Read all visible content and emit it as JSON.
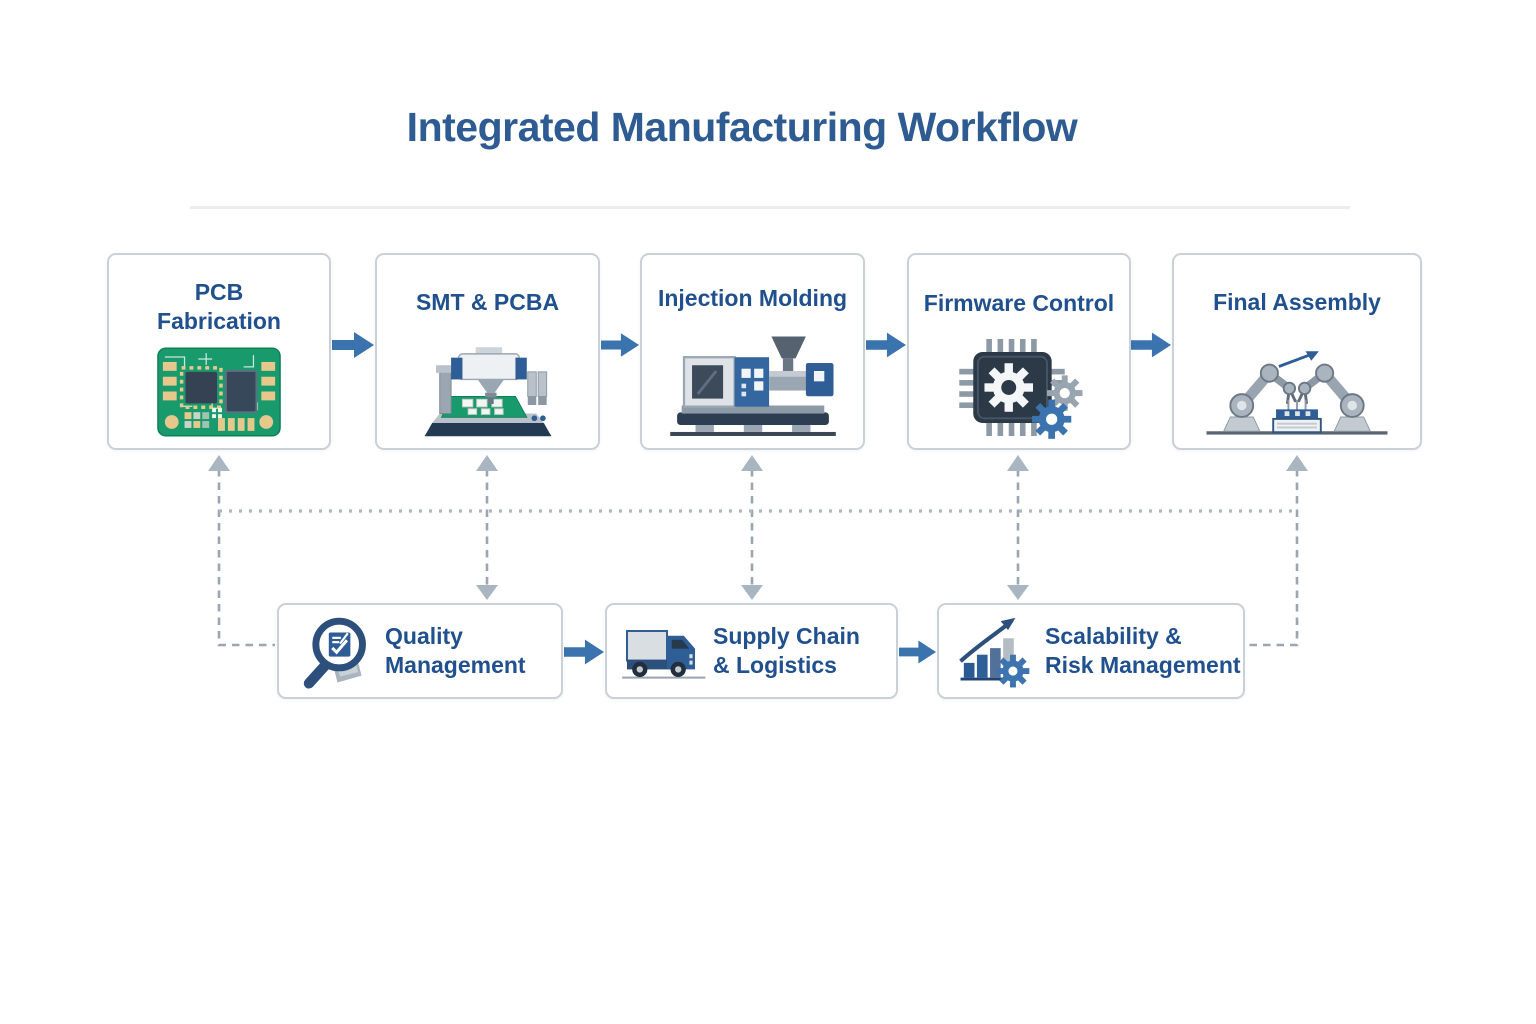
{
  "title": "Integrated Manufacturing Workflow",
  "colors": {
    "title_text": "#2d5b92",
    "node_text": "#20508e",
    "flow_arrow": "#3b73ae",
    "node_border": "#c9d0d8",
    "dashed_connector": "#9aa6b2",
    "connector_arrowhead": "#a9b6c2",
    "pcb_green": "#189a6c",
    "machine_navy": "#2f5e96"
  },
  "nodes": {
    "top": [
      {
        "id": "pcb-fabrication",
        "label": "PCB Fabrication",
        "lines": [
          "PCB",
          "Fabrication"
        ],
        "icon": "pcb-board-icon"
      },
      {
        "id": "smt-pcba",
        "label": "SMT & PCBA",
        "lines": [
          "SMT & PCBA"
        ],
        "icon": "smt-machine-icon"
      },
      {
        "id": "injection-molding",
        "label": "Injection Molding",
        "lines": [
          "Injection Molding"
        ],
        "icon": "injection-molding-machine-icon"
      },
      {
        "id": "firmware-control",
        "label": "Firmware Control",
        "lines": [
          "Firmware Control"
        ],
        "icon": "firmware-chip-gears-icon"
      },
      {
        "id": "final-assembly",
        "label": "Final Assembly",
        "lines": [
          "Final Assembly"
        ],
        "icon": "robot-arms-icon"
      }
    ],
    "bottom": [
      {
        "id": "quality-management",
        "label": "Quality Management",
        "lines": [
          "Quality",
          "Management"
        ],
        "icon": "magnifier-checklist-icon"
      },
      {
        "id": "supply-chain-logistics",
        "label": "Supply Chain & Logistics",
        "lines": [
          "Supply Chain",
          "& Logistics"
        ],
        "icon": "delivery-truck-icon"
      },
      {
        "id": "scalability-risk-management",
        "label": "Scalability & Risk Management",
        "lines": [
          "Scalability &",
          "Risk Management"
        ],
        "icon": "growth-chart-gear-icon"
      }
    ]
  },
  "edges": {
    "main_flow": [
      "PCB Fabrication",
      "SMT & PCBA",
      "Injection Molding",
      "Firmware Control",
      "Final Assembly"
    ],
    "support_flow": [
      "Quality Management",
      "Supply Chain & Logistics",
      "Scalability & Risk Management"
    ],
    "dashed_links": [
      "PCB Fabrication - Quality Management (elbow)",
      "SMT & PCBA - Quality Management (two-way)",
      "Injection Molding - Supply Chain & Logistics (two-way)",
      "Firmware Control - Scalability & Risk Management (two-way)",
      "Final Assembly - Scalability & Risk Management (elbow)",
      "horizontal dotted bus linking all vertical connectors"
    ]
  }
}
